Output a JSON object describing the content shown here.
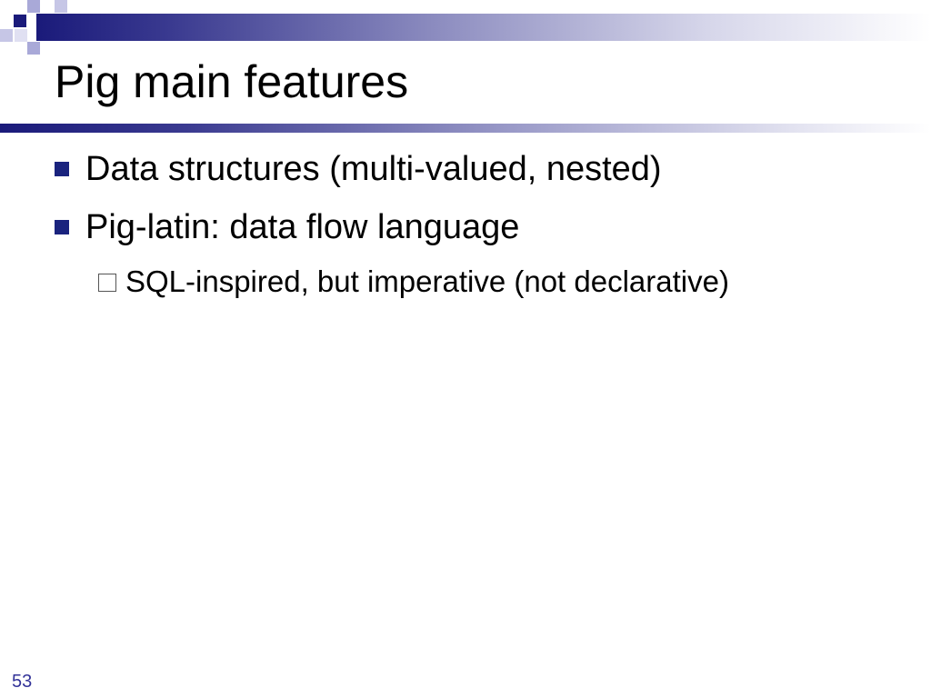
{
  "slide": {
    "title": "Pig main features",
    "bullets": [
      {
        "text": "Data structures (multi-valued, nested)"
      },
      {
        "text": "Pig-latin: data flow language"
      }
    ],
    "sub_bullets": [
      {
        "text": "SQL-inspired, but imperative (not declarative)"
      }
    ],
    "page_number": "53"
  },
  "colors": {
    "accent": "#1a237e",
    "bar_dark": "#1a1a7a",
    "bar_light": "#d6d6ea",
    "square_light": "#a9a9d8",
    "page_number": "#333399"
  }
}
